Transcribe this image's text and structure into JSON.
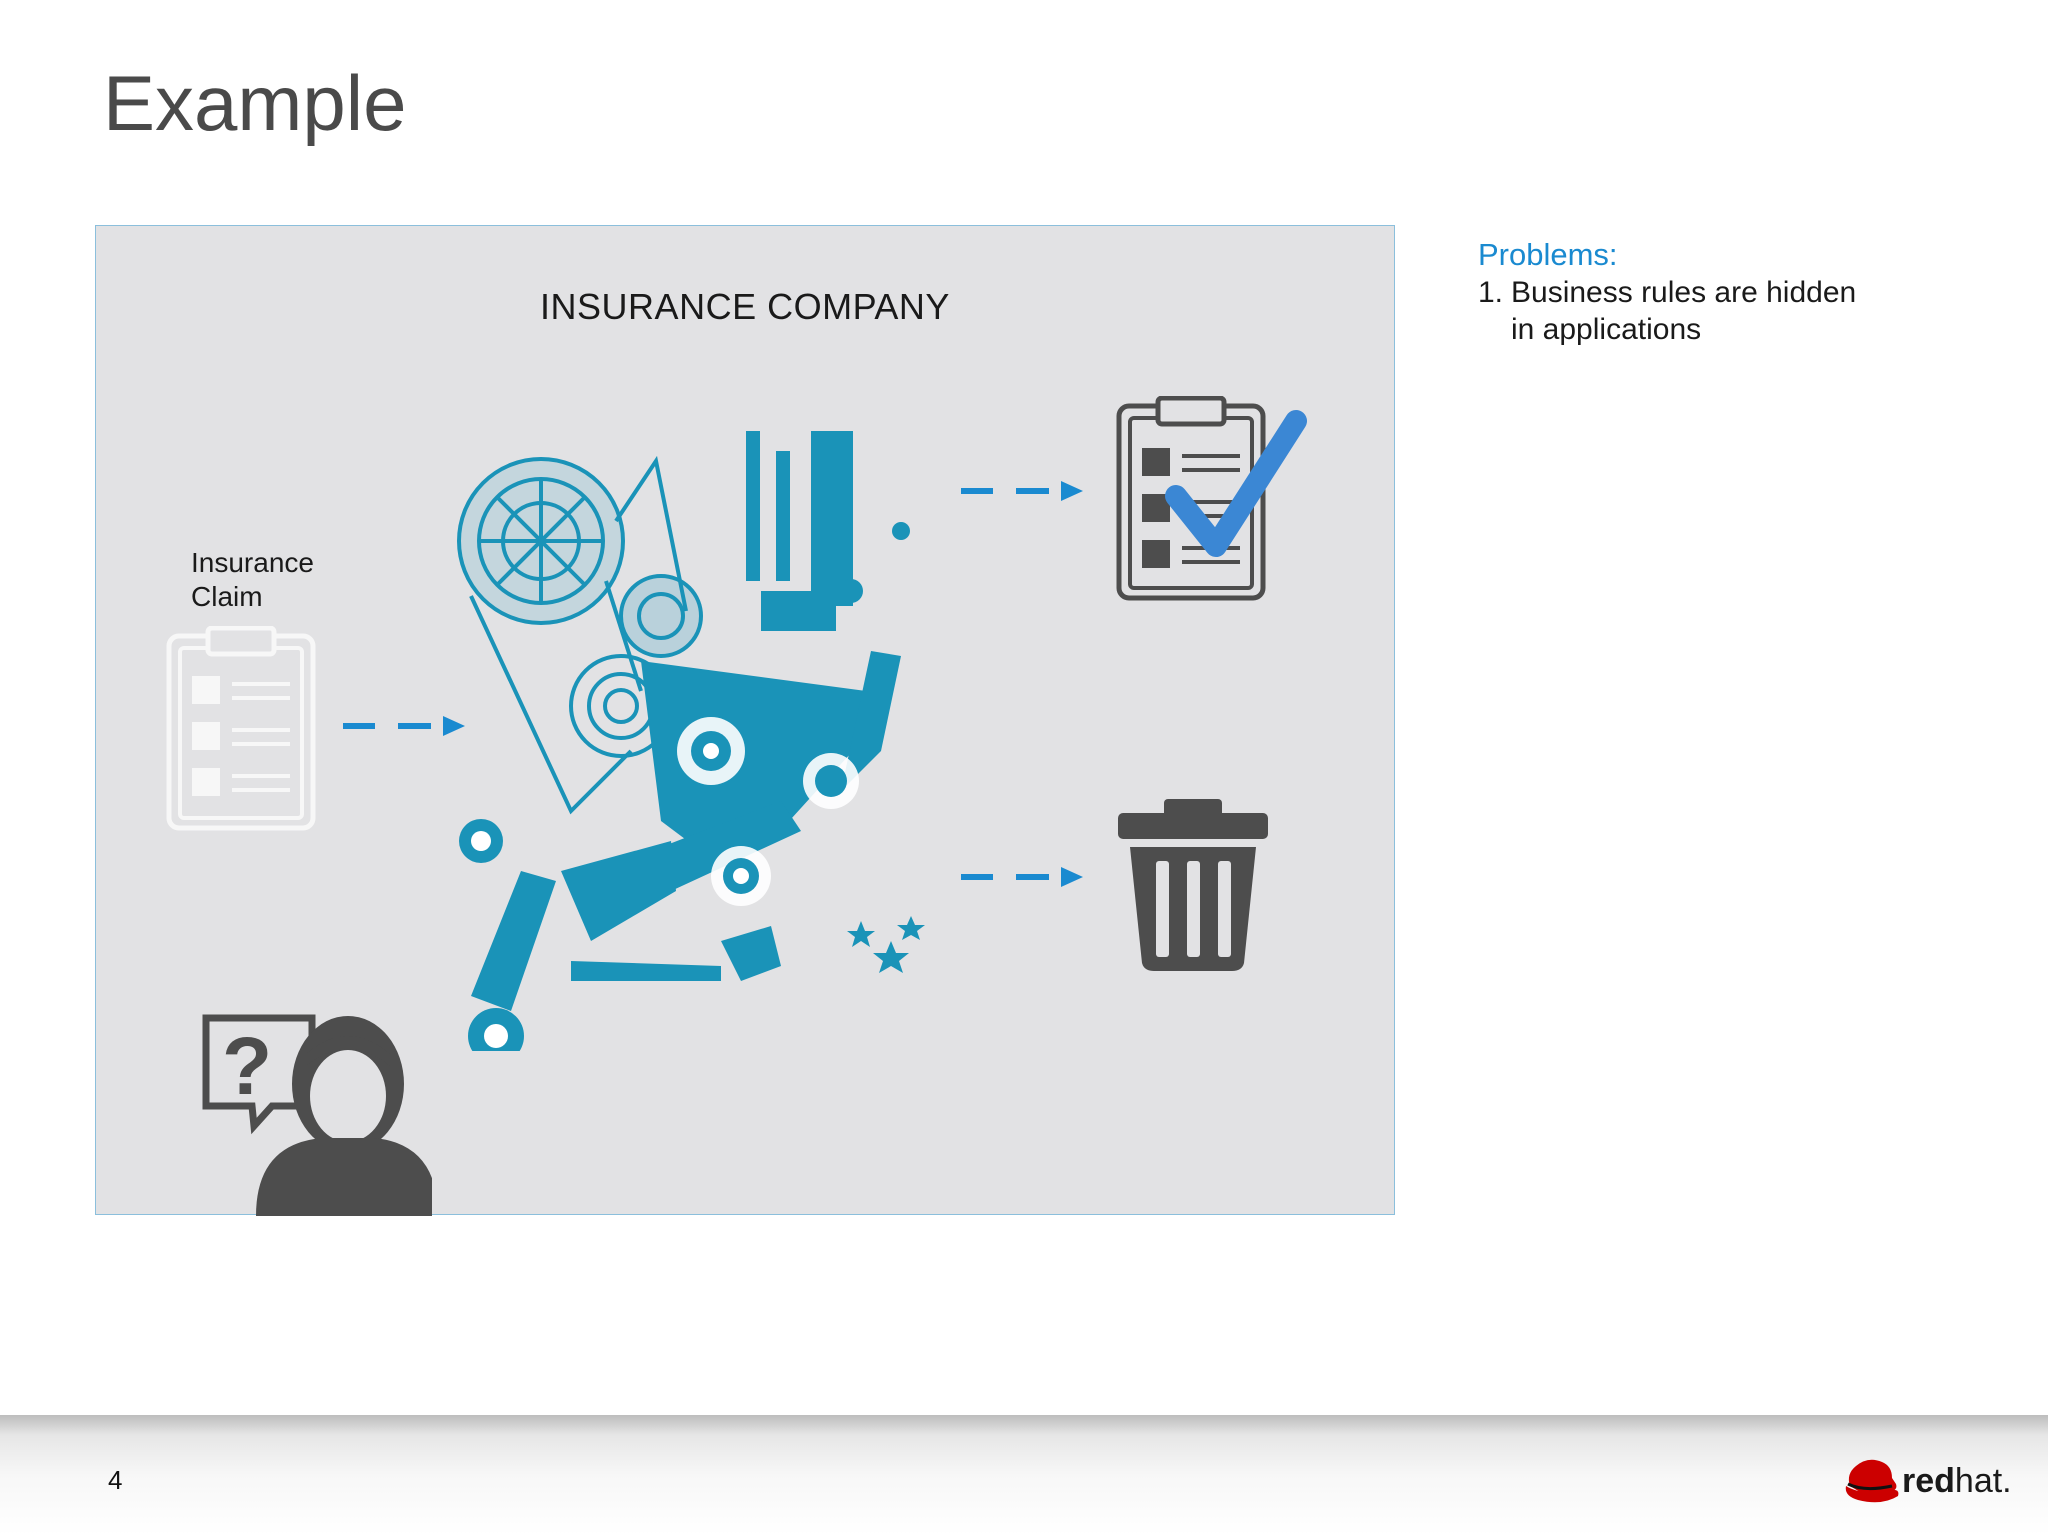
{
  "slide": {
    "title": "Example",
    "page_number": "4"
  },
  "diagram": {
    "company_label": "INSURANCE COMPANY",
    "claim_label": [
      "Insurance",
      "Claim"
    ]
  },
  "problems": {
    "heading": "Problems:",
    "items": [
      {
        "num": "1.",
        "text_line1": "Business rules are hidden",
        "text_line2": "in applications"
      }
    ]
  },
  "logo": {
    "word_bold": "red",
    "word_light": "hat."
  },
  "colors": {
    "accent_blue": "#1a8ad0",
    "machine_blue": "#1a93b8",
    "icon_gray": "#4d4d4d",
    "panel_gray": "#e2e2e4",
    "logo_red": "#cc0000"
  },
  "icons": [
    "clipboard-icon",
    "machine-illustration",
    "approved-clipboard-icon",
    "trash-icon",
    "confused-person-icon",
    "redhat-logo"
  ]
}
